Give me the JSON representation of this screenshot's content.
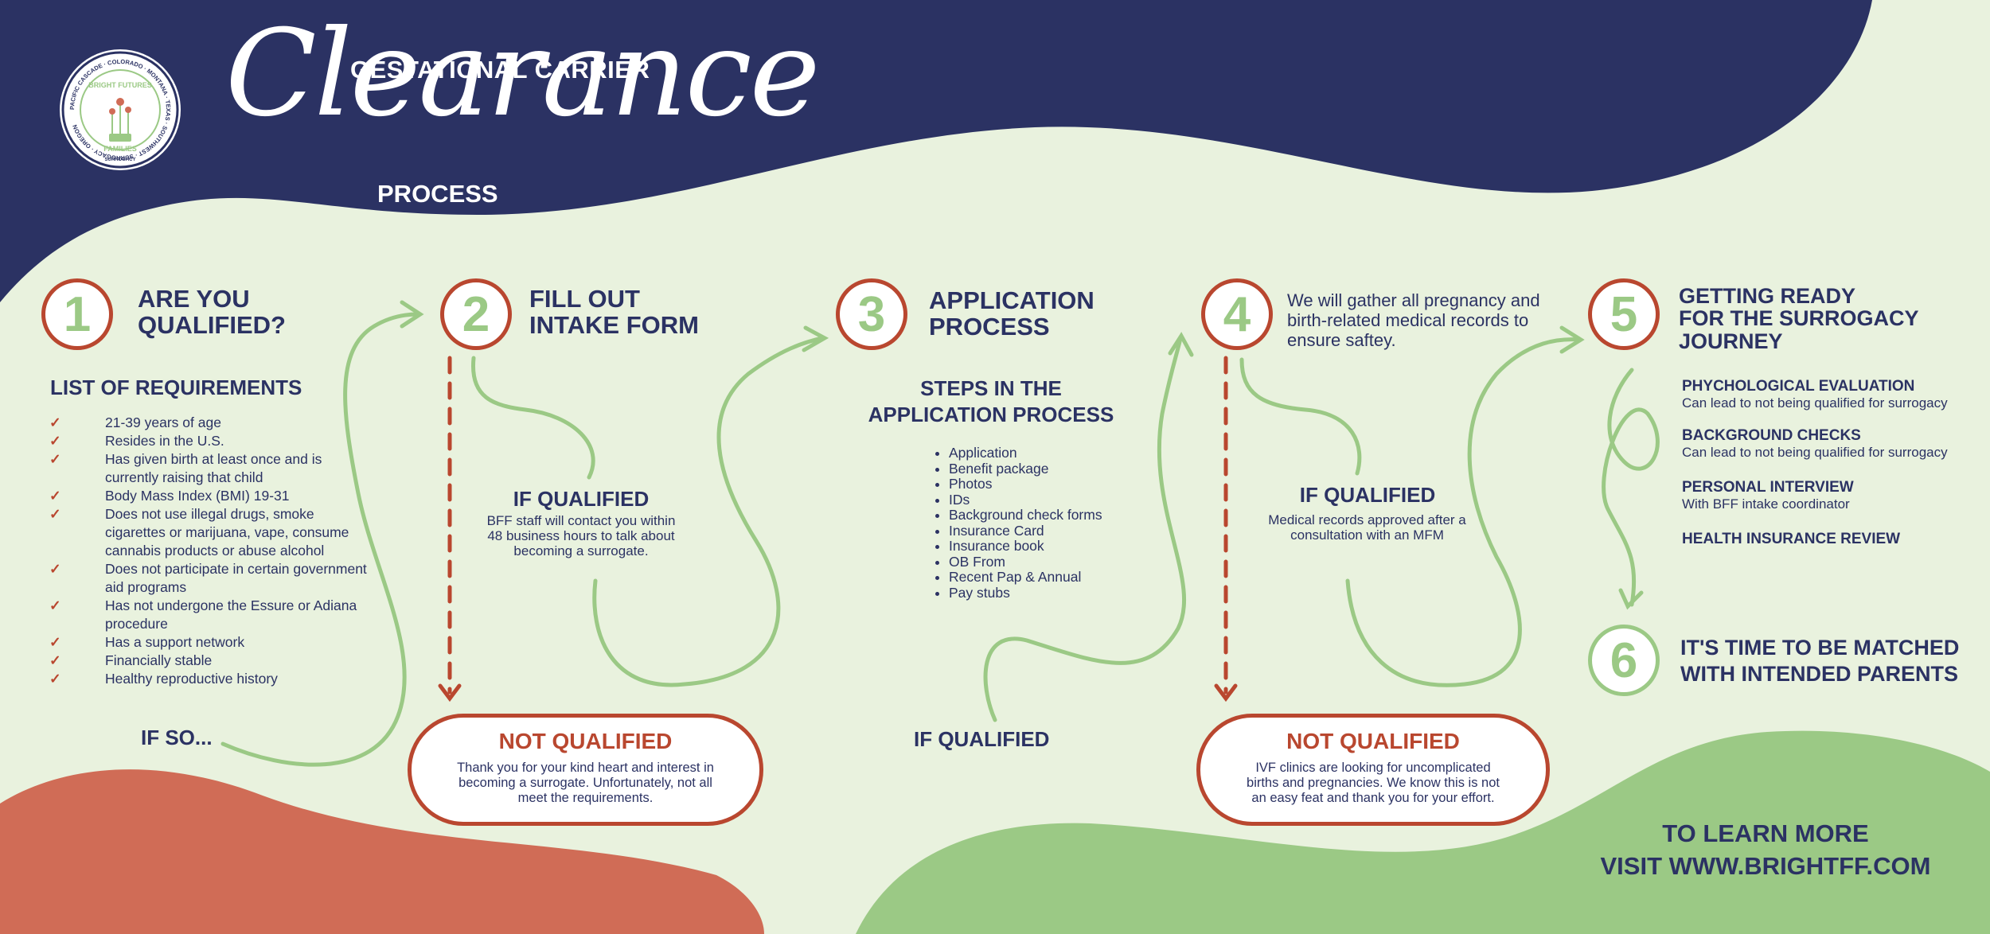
{
  "colors": {
    "navy": "#2b3263",
    "rust": "#b9472f",
    "green": "#9bc985",
    "cream": "#e9f2de",
    "coral": "#d06c56"
  },
  "logo": {
    "ring_text": "PACIFIC CASCADE · COLORADO · MONTANA · TEXAS · SOUTHWEST · SURROGACY · OREGON",
    "brand_top": "BRIGHT FUTURES",
    "brand_bottom": "FAMILIES",
    "tagline": "SURROGACY"
  },
  "header": {
    "line1": "GESTATIONAL CARRIER",
    "script": "Clearance",
    "line3": "PROCESS"
  },
  "step1": {
    "number": "1",
    "heading_l1": "ARE YOU",
    "heading_l2": "QUALIFIED?",
    "list_title": "LIST OF REQUIREMENTS",
    "requirements": [
      "21-39 years of age",
      "Resides in the U.S.",
      "Has given birth at least once and is currently raising that child",
      "Body Mass Index (BMI) 19-31",
      "Does not use illegal drugs, smoke cigarettes or marijuana, vape, consume cannabis products or abuse alcohol",
      "Does not participate in certain government aid programs",
      "Has not undergone the Essure or Adiana procedure",
      "Has a support network",
      "Financially stable",
      "Healthy reproductive history"
    ],
    "if_so": "IF SO..."
  },
  "step2": {
    "number": "2",
    "heading_l1": "FILL OUT",
    "heading_l2": "INTAKE FORM",
    "qualified_title": "IF QUALIFIED",
    "qualified_text": "BFF staff will contact you within 48 business hours to talk about becoming a surrogate.",
    "not_qualified_title": "NOT QUALIFIED",
    "not_qualified_text": "Thank you for your kind heart and interest in becoming a surrogate. Unfortunately, not all meet the requirements."
  },
  "step3": {
    "number": "3",
    "heading_l1": "APPLICATION",
    "heading_l2": "PROCESS",
    "steps_title_l1": "STEPS IN THE",
    "steps_title_l2": "APPLICATION PROCESS",
    "items": [
      "Application",
      "Benefit package",
      "Photos",
      "IDs",
      "Background check forms",
      "Insurance Card",
      "Insurance book",
      "OB From",
      "Recent Pap & Annual",
      "Pay stubs"
    ],
    "if_qualified": "IF QUALIFIED"
  },
  "step4": {
    "number": "4",
    "heading": "We will gather all pregnancy and birth-related medical records to ensure saftey.",
    "qualified_title": "IF QUALIFIED",
    "qualified_text": "Medical records approved after a consultation with an MFM",
    "not_qualified_title": "NOT QUALIFIED",
    "not_qualified_text": "IVF clinics are looking for uncomplicated births and pregnancies. We know this is not an easy feat and thank you for your effort."
  },
  "step5": {
    "number": "5",
    "heading_l1": "GETTING READY",
    "heading_l2": "FOR THE SURROGACY",
    "heading_l3": "JOURNEY",
    "items": [
      {
        "title": "PHYCHOLOGICAL EVALUATION",
        "desc": "Can lead to not being qualified for surrogacy"
      },
      {
        "title": "BACKGROUND CHECKS",
        "desc": "Can lead to not being qualified for surrogacy"
      },
      {
        "title": "PERSONAL INTERVIEW",
        "desc": "With BFF intake coordinator"
      },
      {
        "title": "HEALTH INSURANCE REVIEW",
        "desc": ""
      }
    ]
  },
  "step6": {
    "number": "6",
    "heading_l1": "IT'S TIME TO BE MATCHED",
    "heading_l2": "WITH INTENDED PARENTS"
  },
  "footer": {
    "line1": "TO LEARN MORE",
    "line2": "VISIT WWW.BRIGHTFF.COM"
  }
}
